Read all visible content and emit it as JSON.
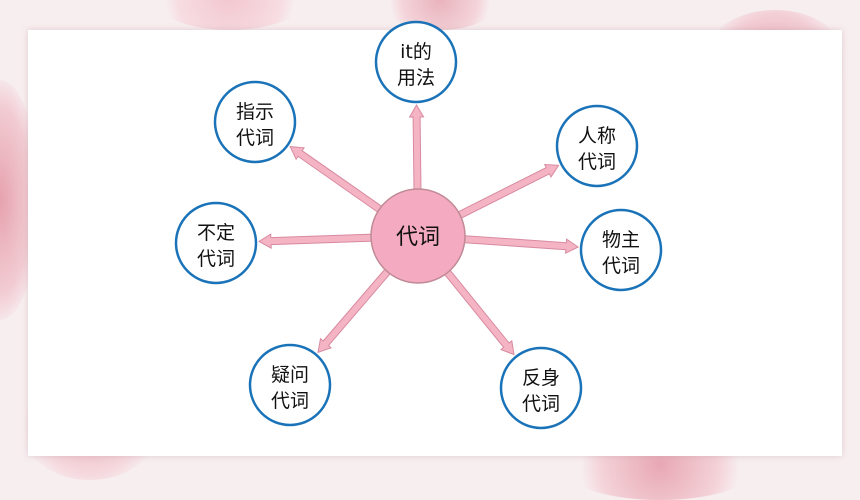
{
  "diagram": {
    "center": {
      "label": "代词"
    },
    "nodes": [
      {
        "id": "it",
        "lines": [
          "it的",
          "用法"
        ]
      },
      {
        "id": "personal",
        "lines": [
          "人称",
          "代词"
        ]
      },
      {
        "id": "possessive",
        "lines": [
          "物主",
          "代词"
        ]
      },
      {
        "id": "reflexive",
        "lines": [
          "反身",
          "代词"
        ]
      },
      {
        "id": "interrogative",
        "lines": [
          "疑问",
          "代词"
        ]
      },
      {
        "id": "indefinite",
        "lines": [
          "不定",
          "代词"
        ]
      },
      {
        "id": "demonstrative",
        "lines": [
          "指示",
          "代词"
        ]
      }
    ]
  },
  "colors": {
    "center_fill": "#f4aac0",
    "center_stroke": "#c08a96",
    "node_stroke": "#1a73b8",
    "arrow_fill": "#f4b4c4",
    "arrow_stroke": "#d88aa0",
    "background": "#f7eef0"
  }
}
